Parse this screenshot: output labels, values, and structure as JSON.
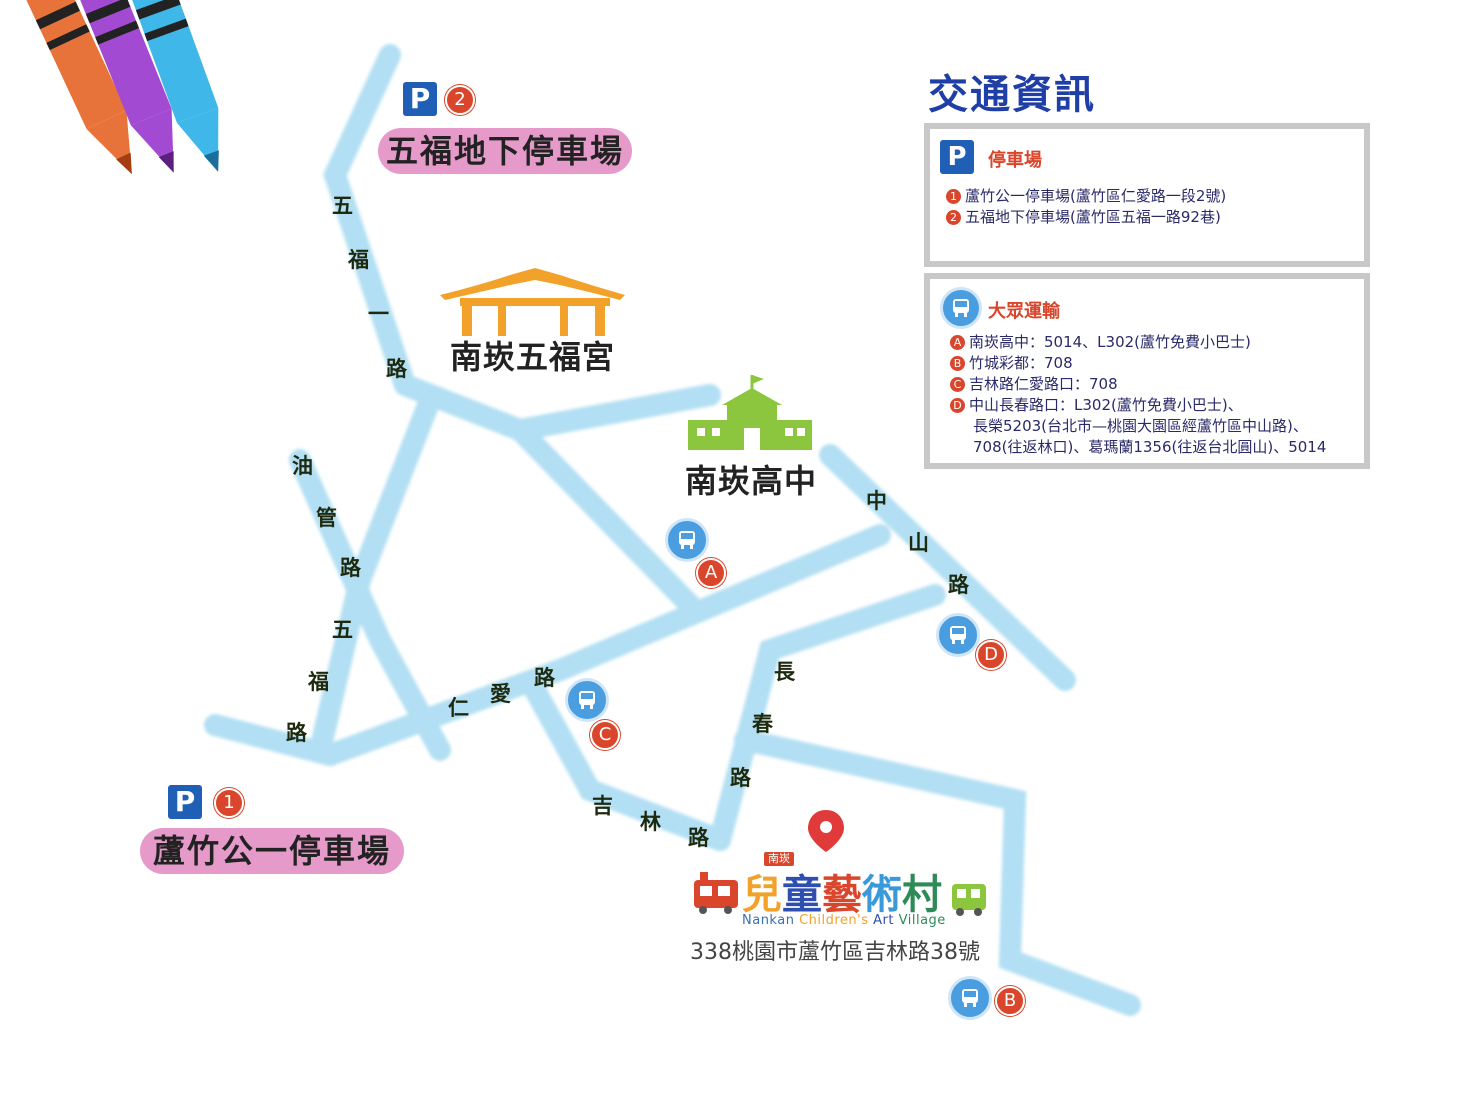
{
  "colors": {
    "road": "#aadcf2",
    "pill": "#e59ac9",
    "parking_blue": "#1f5fb5",
    "marker_red": "#d9462c",
    "bus_blue": "#4a9ee0",
    "title_blue": "#1f3ea6",
    "temple_orange": "#f2a22a",
    "school_green": "#8cc63f"
  },
  "panel": {
    "title": "交通資訊",
    "parking": {
      "heading": "停車場",
      "icon": "parking-icon",
      "items": [
        {
          "num": "1",
          "text": "蘆竹公一停車場(蘆竹區仁愛路一段2號)"
        },
        {
          "num": "2",
          "text": "五福地下停車場(蘆竹區五福一路92巷)"
        }
      ]
    },
    "transit": {
      "heading": "大眾運輸",
      "icon": "bus-icon",
      "items": [
        {
          "letter": "A",
          "text": "南崁高中：5014、L302(蘆竹免費小巴士)"
        },
        {
          "letter": "B",
          "text": "竹城彩都：708"
        },
        {
          "letter": "C",
          "text": "吉林路仁愛路口：708"
        },
        {
          "letter": "D",
          "text": "中山長春路口：L302(蘆竹免費小巴士)、"
        }
      ],
      "continuation": [
        "長榮5203(台北市—桃園大園區經蘆竹區中山路)、",
        "708(往返林口)、葛瑪蘭1356(往返台北圓山)、5014"
      ]
    }
  },
  "map": {
    "parking_lots": [
      {
        "num": "2",
        "name": "五福地下停車場"
      },
      {
        "num": "1",
        "name": "蘆竹公一停車場"
      }
    ],
    "landmarks": {
      "temple": "南崁五福宮",
      "school": "南崁高中"
    },
    "roads": {
      "wufu_1": [
        "五",
        "福",
        "一",
        "路"
      ],
      "youguan": [
        "油",
        "管",
        "路"
      ],
      "wufu": [
        "五",
        "福",
        "路"
      ],
      "renai": [
        "仁",
        "愛",
        "路"
      ],
      "jilin": [
        "吉",
        "林",
        "路"
      ],
      "changchun": [
        "長",
        "春",
        "路"
      ],
      "zhongshan": [
        "中",
        "山",
        "路"
      ]
    },
    "bus_stops": [
      "A",
      "B",
      "C",
      "D"
    ],
    "destination": {
      "badge": "南崁",
      "logo_chars": [
        "兒",
        "童",
        "藝",
        "術",
        "村"
      ],
      "logo_colors": [
        "#f2a22a",
        "#2f4fb0",
        "#d9462c",
        "#3a9ad9",
        "#2e8b57"
      ],
      "english": [
        "Nankan",
        "Children's",
        "Art",
        "Village"
      ],
      "address": "338桃園市蘆竹區吉林路38號"
    }
  }
}
